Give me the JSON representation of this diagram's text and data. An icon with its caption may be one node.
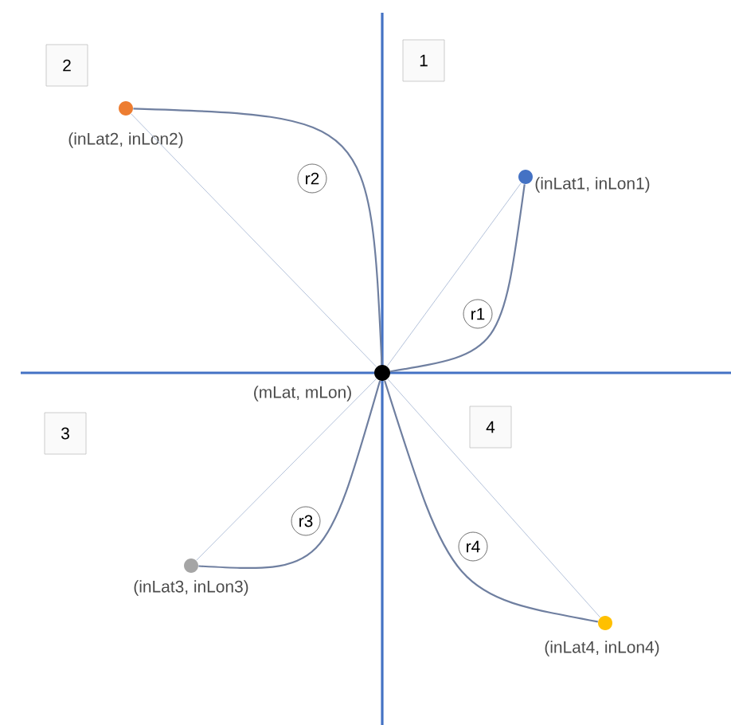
{
  "diagram": {
    "nodes": [
      {
        "text": [],
        "shape": "circle",
        "beside": [
          "(mLat, mLon)"
        ]
      },
      {
        "text": [],
        "shape": "circle",
        "beside": [
          "(inLat1, inLon1)"
        ]
      },
      {
        "text": [],
        "shape": "circle",
        "beside": [
          "(inLat2, inLon2)"
        ]
      },
      {
        "text": [],
        "shape": "circle",
        "beside": [
          "(inLat3, inLon3)"
        ]
      },
      {
        "text": [],
        "shape": "circle",
        "beside": [
          "(inLat4, inLon4)"
        ]
      },
      {
        "text": [
          "2"
        ]
      },
      {
        "text": [
          "1"
        ]
      },
      {
        "text": [
          "3"
        ]
      },
      {
        "text": [
          "4"
        ]
      }
    ],
    "edges": [
      {
        "from": 0,
        "to": 1,
        "arrow": "none",
        "label": "r1"
      },
      {
        "from": 0,
        "to": 2,
        "arrow": "none",
        "label": "r2"
      },
      {
        "from": 0,
        "to": 3,
        "arrow": "none",
        "label": "r3"
      },
      {
        "from": 0,
        "to": 4,
        "arrow": "none",
        "label": "r4"
      },
      {
        "from": 0,
        "to": 1,
        "arrow": "none",
        "color": "#b4c2da"
      },
      {
        "from": 0,
        "to": 2,
        "arrow": "none",
        "color": "#b4c2da"
      },
      {
        "from": 0,
        "to": 3,
        "arrow": "none",
        "color": "#b4c2da"
      },
      {
        "from": 0,
        "to": 4,
        "arrow": "none",
        "color": "#b4c2da"
      }
    ]
  }
}
